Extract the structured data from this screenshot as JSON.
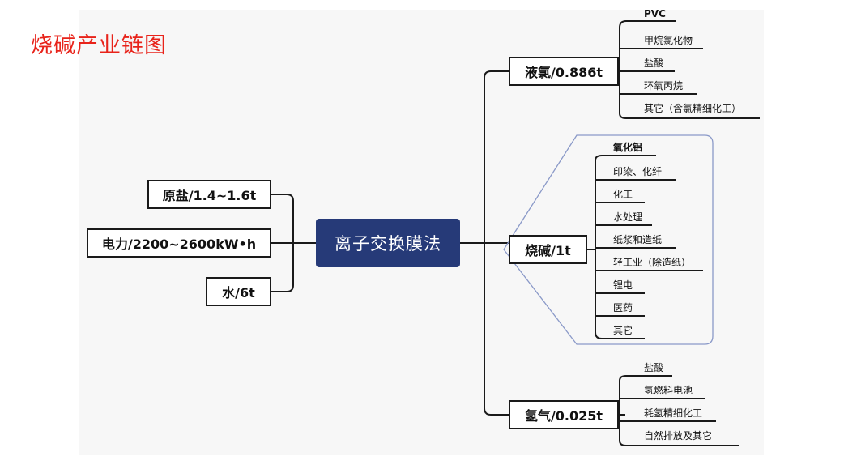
{
  "title": "烧碱产业链图",
  "center": "离子交换膜法",
  "inputs": [
    "原盐/1.4~1.6t",
    "电力/2200~2600kW•h",
    "水/6t"
  ],
  "outputs": [
    {
      "label": "液氯/0.886t",
      "items": [
        "PVC",
        "甲烷氯化物",
        "盐酸",
        "环氧丙烷",
        "其它（含氯精细化工）"
      ]
    },
    {
      "label": "烧碱/1t",
      "items": [
        "氧化铝",
        "印染、化纤",
        "化工",
        "水处理",
        "纸浆和造纸",
        "轻工业（除造纸）",
        "锂电",
        "医药",
        "其它"
      ]
    },
    {
      "label": "氢气/0.025t",
      "items": [
        "盐酸",
        "氢燃料电池",
        "耗氢精细化工",
        "自然排放及其它"
      ]
    }
  ]
}
